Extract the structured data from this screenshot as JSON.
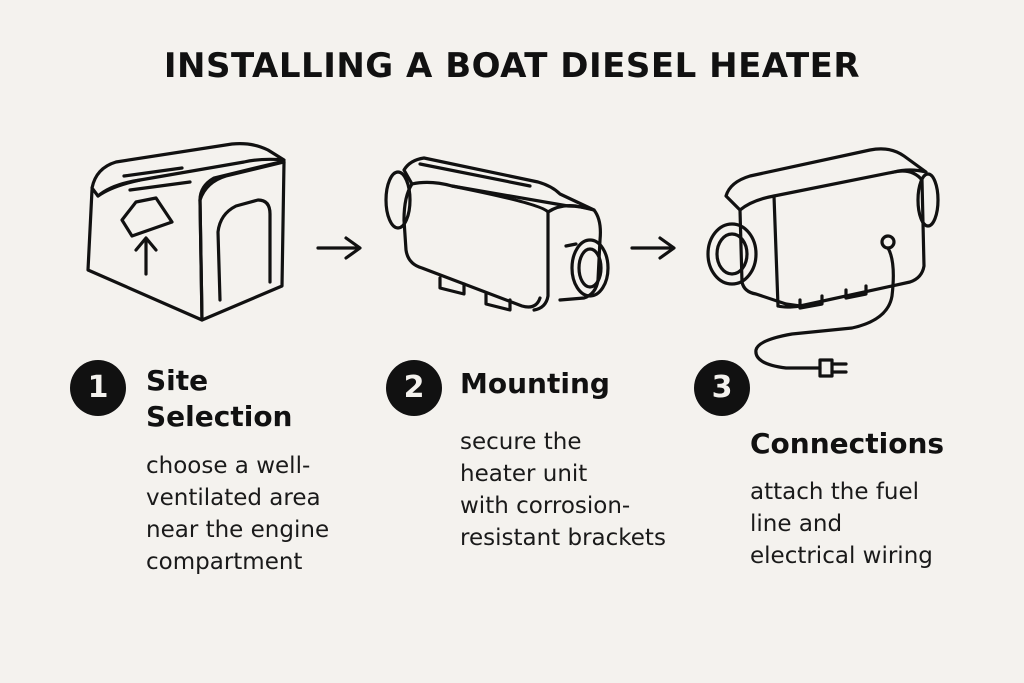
{
  "title": "INSTALLING A BOAT DIESEL HEATER",
  "steps": [
    {
      "number": "1",
      "title_lines": [
        "Site",
        "Selection"
      ],
      "desc_lines": [
        "choose a well-",
        "ventilated area",
        "near the engine",
        "compartment"
      ],
      "icon": "compartment-icon"
    },
    {
      "number": "2",
      "title_lines": [
        "Mounting"
      ],
      "desc_lines": [
        "secure the",
        "heater unit",
        "with corrosion-",
        "resistant brackets"
      ],
      "icon": "heater-unit-icon"
    },
    {
      "number": "3",
      "title_lines": [
        "Connections"
      ],
      "desc_lines": [
        "attach the fuel",
        "line and",
        "electrical wiring"
      ],
      "icon": "heater-with-cable-icon"
    }
  ],
  "arrows": [
    "arrow-right-icon",
    "arrow-right-icon"
  ],
  "colors": {
    "background": "#f4f2ee",
    "ink": "#111111"
  }
}
